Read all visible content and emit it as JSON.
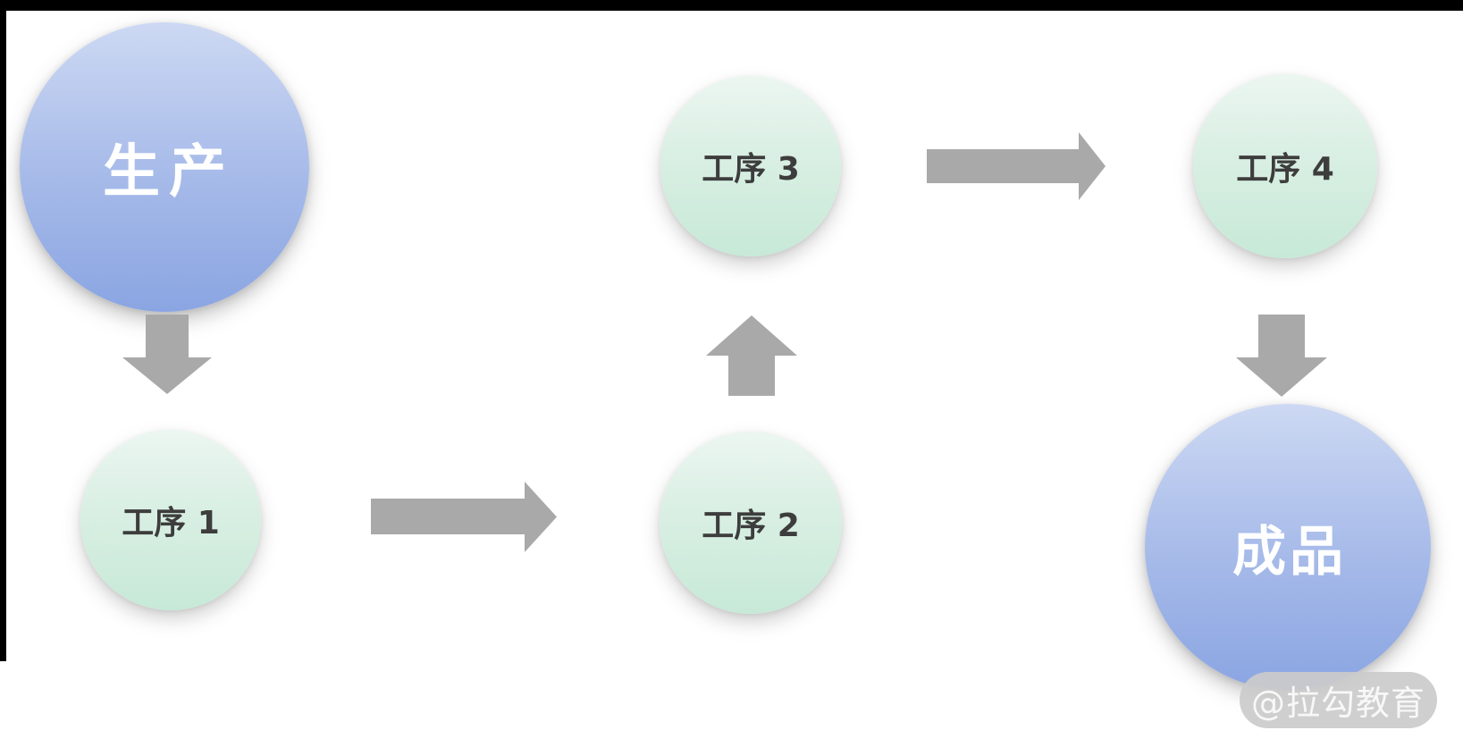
{
  "diagram": {
    "title": "",
    "nodes": [
      {
        "id": "production",
        "label": "生产",
        "shape": "circle",
        "size": "large",
        "color_style": "blue"
      },
      {
        "id": "step1",
        "label": "工序 1",
        "shape": "circle",
        "size": "small",
        "color_style": "green"
      },
      {
        "id": "step2",
        "label": "工序 2",
        "shape": "circle",
        "size": "small",
        "color_style": "green"
      },
      {
        "id": "step3",
        "label": "工序 3",
        "shape": "circle",
        "size": "small",
        "color_style": "green"
      },
      {
        "id": "step4",
        "label": "工序 4",
        "shape": "circle",
        "size": "small",
        "color_style": "green"
      },
      {
        "id": "finished",
        "label": "成品",
        "shape": "circle",
        "size": "large",
        "color_style": "blue"
      }
    ],
    "arrows": [
      {
        "from": "production",
        "to": "step1",
        "direction": "down"
      },
      {
        "from": "step1",
        "to": "step2",
        "direction": "right"
      },
      {
        "from": "step2",
        "to": "step3",
        "direction": "up"
      },
      {
        "from": "step3",
        "to": "step4",
        "direction": "right"
      },
      {
        "from": "step4",
        "to": "finished",
        "direction": "down"
      }
    ],
    "colors": {
      "blue_gradient_top": "#cdd9f3",
      "blue_gradient_bottom": "#8aa5e2",
      "green_gradient_top": "#ecf6f1",
      "green_gradient_bottom": "#c7e9d7",
      "arrow": "#a9a9a9",
      "node_text_blue": "#ffffff",
      "node_text_green": "#3d3d3d",
      "frame": "#000000"
    }
  },
  "watermark": {
    "text": "@拉勾教育"
  }
}
